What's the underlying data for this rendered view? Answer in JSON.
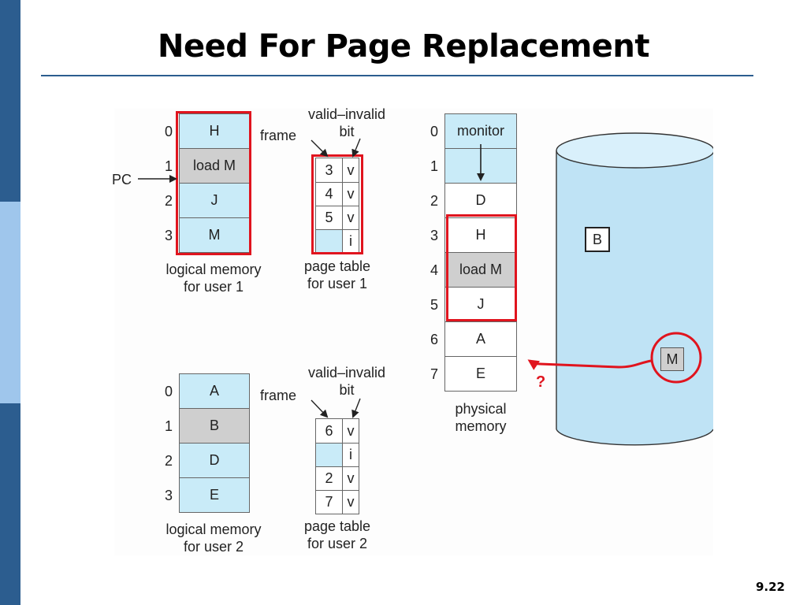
{
  "title": "Need For Page Replacement",
  "slide_number": "9.22",
  "user1": {
    "pages": [
      {
        "index": "0",
        "content": "H"
      },
      {
        "index": "1",
        "content": "load M"
      },
      {
        "index": "2",
        "content": "J"
      },
      {
        "index": "3",
        "content": "M"
      }
    ],
    "pc_label": "PC",
    "caption_line1": "logical memory",
    "caption_line2": "for user 1",
    "frame_label": "frame",
    "vi_label_line1": "valid–invalid",
    "vi_label_line2": "bit",
    "page_table": [
      {
        "frame": "3",
        "bit": "v"
      },
      {
        "frame": "4",
        "bit": "v"
      },
      {
        "frame": "5",
        "bit": "v"
      },
      {
        "frame": "",
        "bit": "i"
      }
    ],
    "pt_caption_line1": "page table",
    "pt_caption_line2": "for user 1"
  },
  "user2": {
    "pages": [
      {
        "index": "0",
        "content": "A"
      },
      {
        "index": "1",
        "content": "B"
      },
      {
        "index": "2",
        "content": "D"
      },
      {
        "index": "3",
        "content": "E"
      }
    ],
    "caption_line1": "logical memory",
    "caption_line2": "for user 2",
    "frame_label": "frame",
    "vi_label_line1": "valid–invalid",
    "vi_label_line2": "bit",
    "page_table": [
      {
        "frame": "6",
        "bit": "v"
      },
      {
        "frame": "",
        "bit": "i"
      },
      {
        "frame": "2",
        "bit": "v"
      },
      {
        "frame": "7",
        "bit": "v"
      }
    ],
    "pt_caption_line1": "page table",
    "pt_caption_line2": "for user 2"
  },
  "physical": {
    "frames": [
      {
        "index": "0",
        "content": "monitor"
      },
      {
        "index": "1",
        "content": ""
      },
      {
        "index": "2",
        "content": "D"
      },
      {
        "index": "3",
        "content": "H"
      },
      {
        "index": "4",
        "content": "load M"
      },
      {
        "index": "5",
        "content": "J"
      },
      {
        "index": "6",
        "content": "A"
      },
      {
        "index": "7",
        "content": "E"
      }
    ],
    "caption_line1": "physical",
    "caption_line2": "memory"
  },
  "disk": {
    "block_b": "B",
    "block_m": "M"
  },
  "question_mark": "?",
  "colors": {
    "accent_red": "#e0141e",
    "sidebar_dark": "#2c5d8f",
    "sidebar_light": "#9fc6ec",
    "cell_blue": "#c9ebf8",
    "cell_gray": "#cfcfcf",
    "disk_blue": "#bfe3f5"
  }
}
